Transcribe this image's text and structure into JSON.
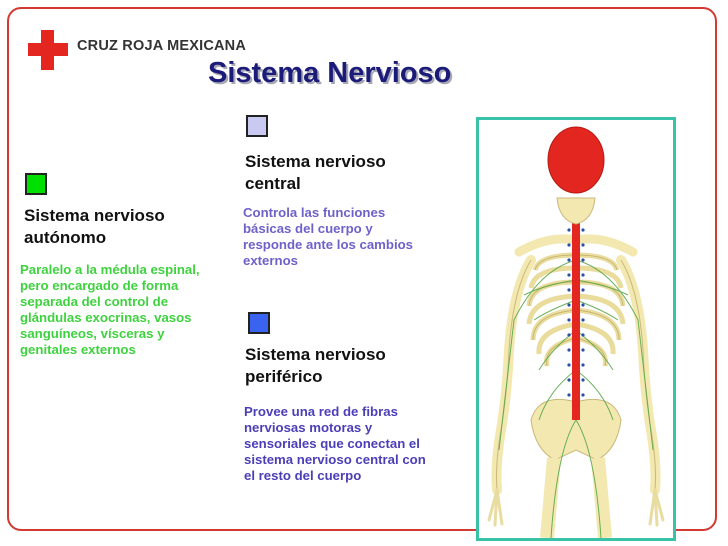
{
  "header": {
    "org_name": "CRUZ ROJA MEXICANA",
    "title": "Sistema Nervioso"
  },
  "sections": {
    "central": {
      "title": "Sistema nervioso central",
      "description": "Controla las funciones básicas del cuerpo y responde ante los cambios externos",
      "swatch_color": "#c9c9f2",
      "text_color": "#6e62c9"
    },
    "autonomo": {
      "title": "Sistema nervioso autónomo",
      "description": "Paralelo a la médula espinal, pero encargado de forma separada del control de glándulas exocrinas, vasos sanguíneos, vísceras y genitales externos",
      "swatch_color": "#00e000",
      "text_color": "#3fd23f"
    },
    "periferico": {
      "title": "Sistema nervioso periférico",
      "description": "Provee una red de fibras nerviosas motoras y sensoriales que conectan el sistema nervioso central con el resto del cuerpo",
      "swatch_color": "#3a63f0",
      "text_color": "#4b3fb8"
    }
  },
  "colors": {
    "border": "#d23a32",
    "cross": "#e3261f",
    "title": "#1b1b7a",
    "image_frame": "#39c2a8"
  },
  "illustration": {
    "subject": "skeleton-with-nervous-system"
  }
}
